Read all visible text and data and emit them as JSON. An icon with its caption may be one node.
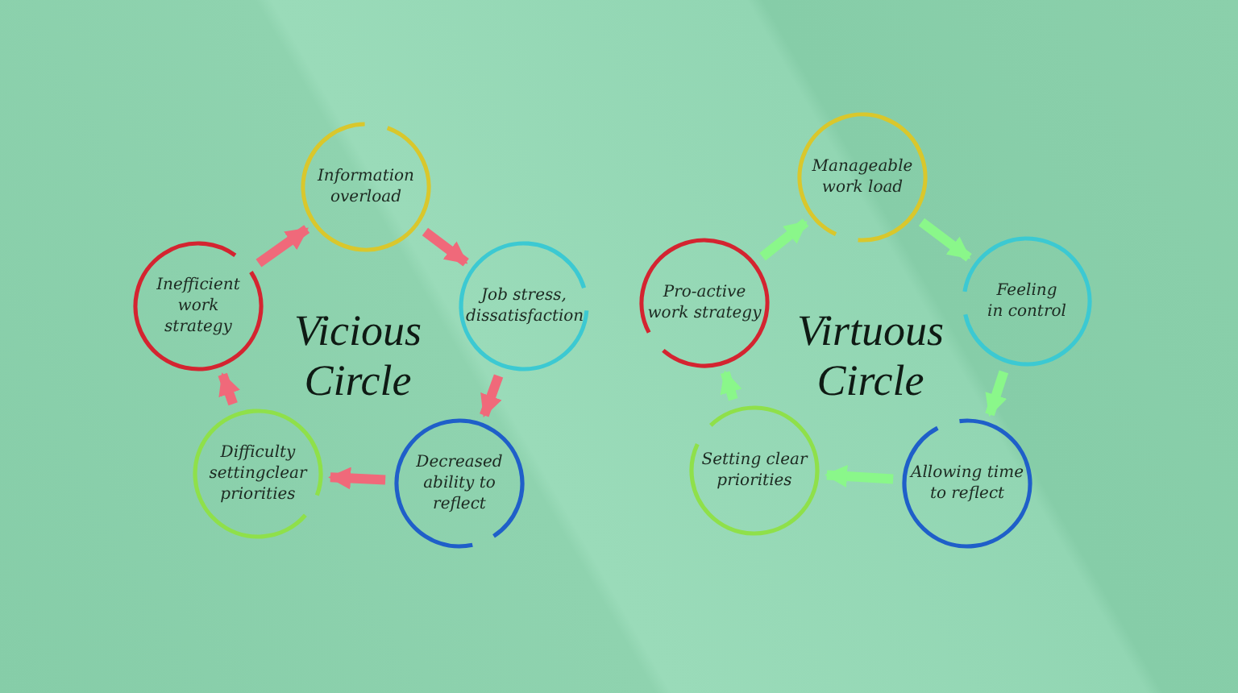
{
  "diagram": {
    "nodes": [
      {
        "text": [
          "Information overload"
        ]
      },
      {
        "text": [
          "Inefficient work strategy"
        ]
      },
      {
        "text": [
          "Job stress, dissatisfaction"
        ]
      },
      {
        "text": [
          "Difficulty settingclear priorities"
        ]
      },
      {
        "text": [
          "Decreased ability to reflect"
        ]
      },
      {
        "text": [
          "Manageable work load"
        ]
      },
      {
        "text": [
          "Pro-active work strategy"
        ]
      },
      {
        "text": [
          "Feeling in control"
        ]
      },
      {
        "text": [
          "Setting clear priorities"
        ]
      },
      {
        "text": [
          "Allowing time to reflect"
        ]
      }
    ],
    "edges": [
      {
        "from": 1,
        "to": 0,
        "arrow": "to",
        "color": "#f0697a"
      },
      {
        "from": 0,
        "to": 2,
        "arrow": "to",
        "color": "#f0697a"
      },
      {
        "from": 2,
        "to": 4,
        "arrow": "to",
        "color": "#f0697a"
      },
      {
        "from": 4,
        "to": 3,
        "arrow": "to",
        "color": "#f0697a"
      },
      {
        "from": 3,
        "to": 1,
        "arrow": "to",
        "color": "#f0697a"
      },
      {
        "from": 6,
        "to": 5,
        "arrow": "to",
        "color": "#8af78a"
      },
      {
        "from": 5,
        "to": 7,
        "arrow": "to",
        "color": "#8af78a"
      },
      {
        "from": 7,
        "to": 9,
        "arrow": "to",
        "color": "#8af78a"
      },
      {
        "from": 9,
        "to": 8,
        "arrow": "to",
        "color": "#8af78a"
      },
      {
        "from": 8,
        "to": 6,
        "arrow": "to",
        "color": "#8af78a"
      }
    ],
    "labels": [
      "Vicious Circle",
      "Virtuous Circle"
    ]
  }
}
